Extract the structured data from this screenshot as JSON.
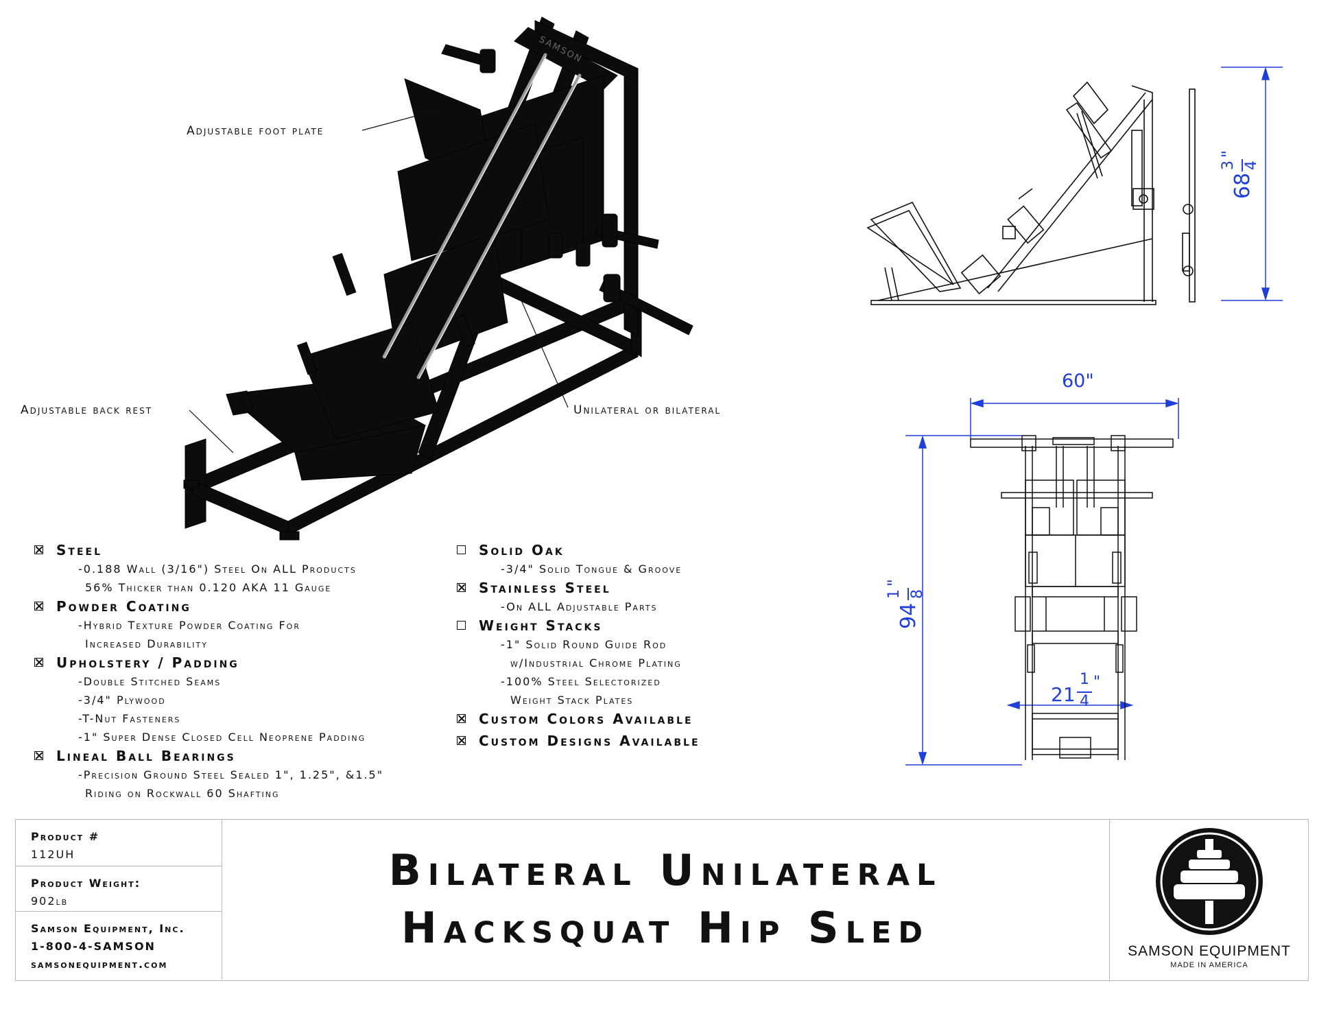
{
  "callouts": {
    "foot_plate": "Adjustable foot plate",
    "back_rest": "Adjustable back rest",
    "unilateral": "Unilateral or bilateral"
  },
  "machine_label": "SAMSON",
  "dimensions": {
    "height_whole": "68",
    "height_num": "3",
    "height_den": "4",
    "height_unit": "\"",
    "width": "60\"",
    "length_whole": "94",
    "length_num": "1",
    "length_den": "8",
    "length_unit": "\"",
    "inner_whole": "21",
    "inner_num": "1",
    "inner_den": "4",
    "inner_unit": "\""
  },
  "specs_left": [
    {
      "checked": true,
      "title": "Steel",
      "lines": [
        "-0.188 Wall (3/16\") Steel On ALL Products",
        "56% Thicker than 0.120 AKA 11 Gauge"
      ]
    },
    {
      "checked": true,
      "title": "Powder Coating",
      "lines": [
        "-Hybrid Texture Powder Coating For",
        "Increased Durability"
      ]
    },
    {
      "checked": true,
      "title": "Upholstery / Padding",
      "lines": [
        "-Double Stitched Seams",
        "-3/4\" Plywood",
        "-T-Nut Fasteners",
        "-1\" Super Dense Closed Cell Neoprene Padding"
      ]
    },
    {
      "checked": true,
      "title": "Lineal Ball Bearings",
      "lines": [
        "-Precision Ground Steel Sealed 1\", 1.25\", &1.5\"",
        "Riding on Rockwall 60 Shafting"
      ]
    }
  ],
  "specs_right": [
    {
      "checked": false,
      "title": "Solid Oak",
      "lines": [
        "-3/4\" Solid Tongue & Groove"
      ]
    },
    {
      "checked": true,
      "title": "Stainless Steel",
      "lines": [
        "-On ALL Adjustable Parts"
      ]
    },
    {
      "checked": false,
      "title": "Weight Stacks",
      "lines": [
        "-1\" Solid Round Guide Rod",
        "w/Industrial Chrome Plating",
        "-100% Steel Selectorized",
        "Weight Stack Plates"
      ]
    },
    {
      "checked": true,
      "title": "Custom Colors Available",
      "lines": []
    },
    {
      "checked": true,
      "title": "Custom Designs Available",
      "lines": []
    }
  ],
  "title_block": {
    "product_label": "Product #",
    "product_value": "112UH",
    "weight_label": "Product Weight:",
    "weight_value": "902lb",
    "company": "Samson Equipment, Inc.",
    "phone": "1-800-4-SAMSON",
    "website": "samsonequipment.com",
    "title_line1": "Bilateral Unilateral",
    "title_line2": "Hacksquat Hip Sled"
  },
  "logo": {
    "name": "SAMSON EQUIPMENT",
    "tagline": "MADE IN AMERICA"
  }
}
